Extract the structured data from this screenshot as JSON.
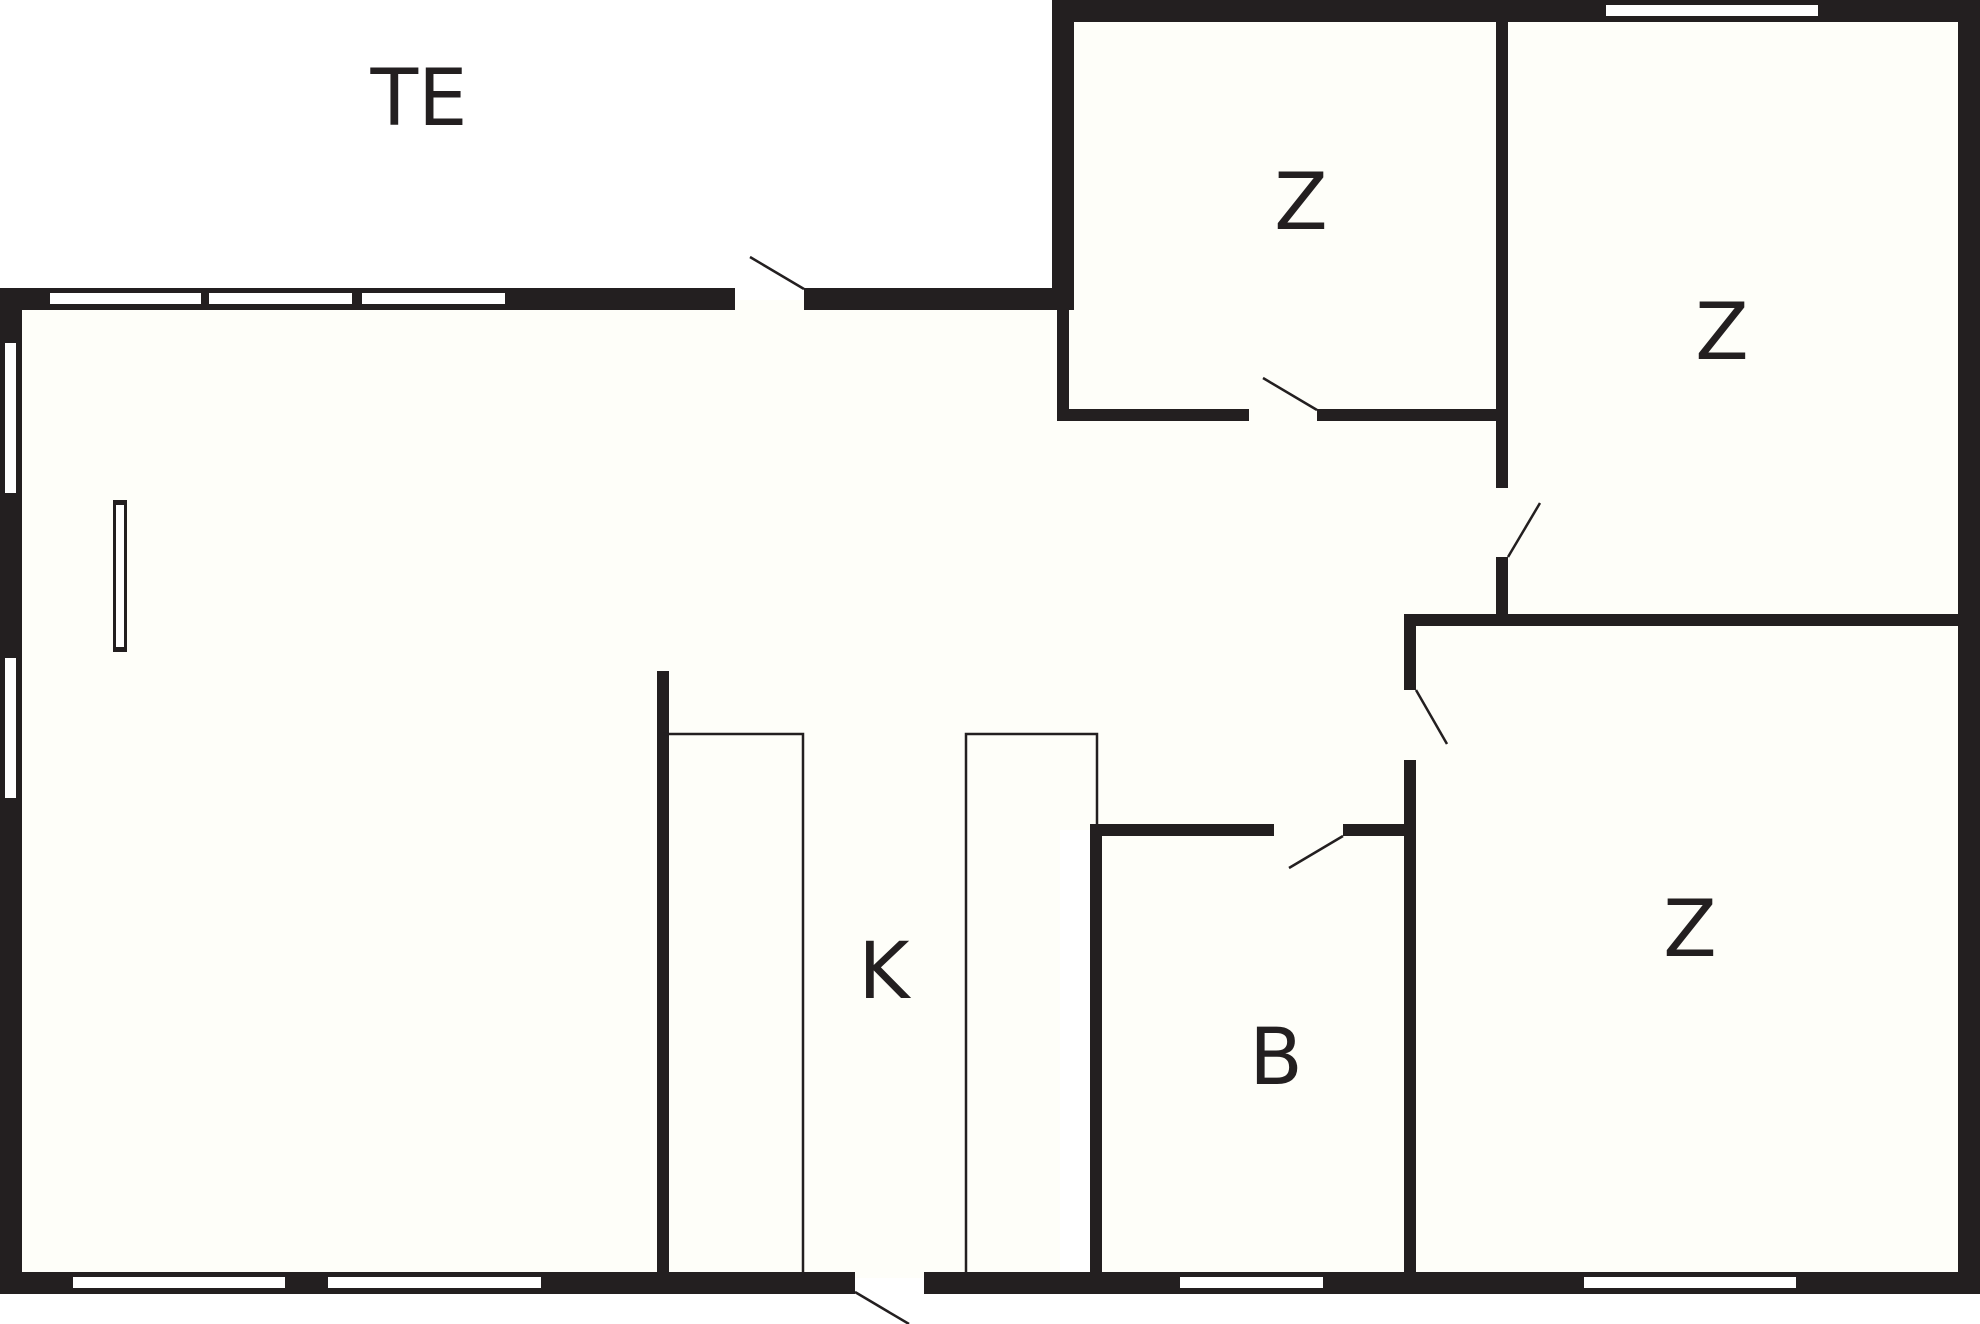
{
  "colors": {
    "floor": "#fefef9",
    "wall": "#231f20",
    "window": "#ffffff",
    "background": "#ffffff"
  },
  "labels": {
    "terrace": "TE",
    "room_top_middle": "Z",
    "room_top_right": "Z",
    "room_bottom_right": "Z",
    "kitchen": "K",
    "bathroom": "B"
  }
}
